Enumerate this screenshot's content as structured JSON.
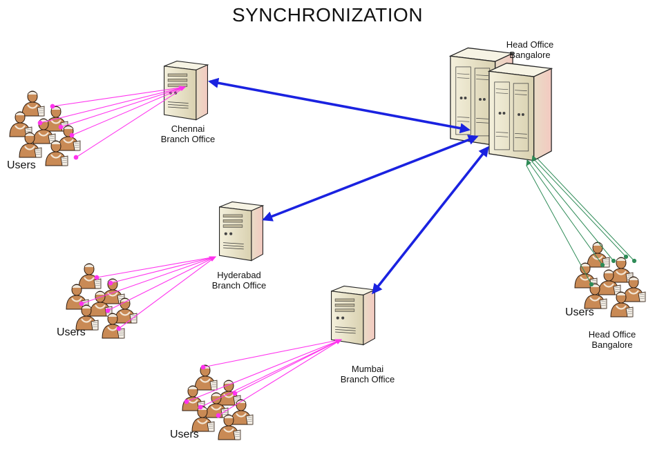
{
  "title": "SYNCHRONIZATION",
  "head_office": {
    "label_line1": "Head Office",
    "label_line2": "Bangalore"
  },
  "branches": [
    {
      "id": "chennai",
      "line1": "Chennai",
      "line2": "Branch Office"
    },
    {
      "id": "hyderabad",
      "line1": "Hyderabad",
      "line2": "Branch Office"
    },
    {
      "id": "mumbai",
      "line1": "Mumbai",
      "line2": "Branch Office"
    }
  ],
  "user_groups": [
    {
      "id": "chennai",
      "label": "Users"
    },
    {
      "id": "hyderabad",
      "label": "Users"
    },
    {
      "id": "mumbai",
      "label": "Users"
    },
    {
      "id": "head",
      "label": "Users",
      "sub_line1": "Head Office",
      "sub_line2": "Bangalore"
    }
  ],
  "colors": {
    "sync_link": "#1a22e0",
    "branch_user_link": "#ff33ee",
    "head_user_link": "#2e8b57",
    "server_body": "#e8e2c8",
    "user_figure": "#c98a55"
  }
}
